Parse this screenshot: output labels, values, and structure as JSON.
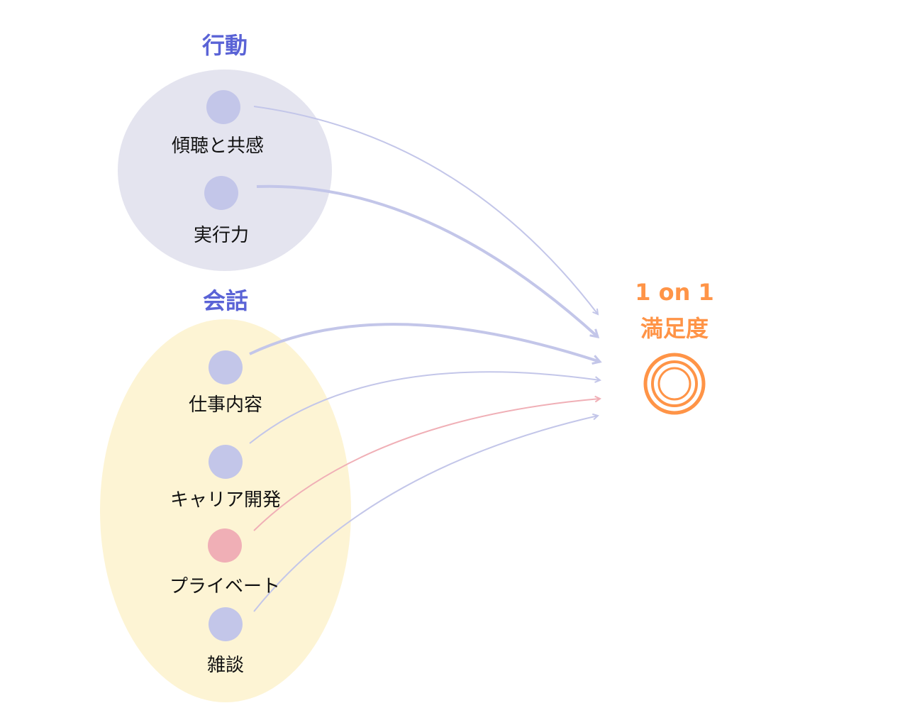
{
  "groups": [
    {
      "title": "行動",
      "fill": "#e4e4ef"
    },
    {
      "title": "会話",
      "fill": "#fdf4d4"
    }
  ],
  "nodes": [
    {
      "label": "傾聴と共感",
      "color": "#c3c6e9",
      "edge_color": "#c3c6e9",
      "emphasis": "normal"
    },
    {
      "label": "実行力",
      "color": "#c3c6e9",
      "edge_color": "#c3c6e9",
      "emphasis": "strong"
    },
    {
      "label": "仕事内容",
      "color": "#c3c6e9",
      "edge_color": "#c3c6e9",
      "emphasis": "strong"
    },
    {
      "label": "キャリア開発",
      "color": "#c3c6e9",
      "edge_color": "#c3c6e9",
      "emphasis": "normal"
    },
    {
      "label": "プライベート",
      "color": "#f0afb6",
      "edge_color": "#f0afb6",
      "emphasis": "normal"
    },
    {
      "label": "雑談",
      "color": "#c3c6e9",
      "edge_color": "#c3c6e9",
      "emphasis": "normal"
    }
  ],
  "target": {
    "line1": "1 on 1",
    "line2": "満足度",
    "color": "#ff9447"
  }
}
